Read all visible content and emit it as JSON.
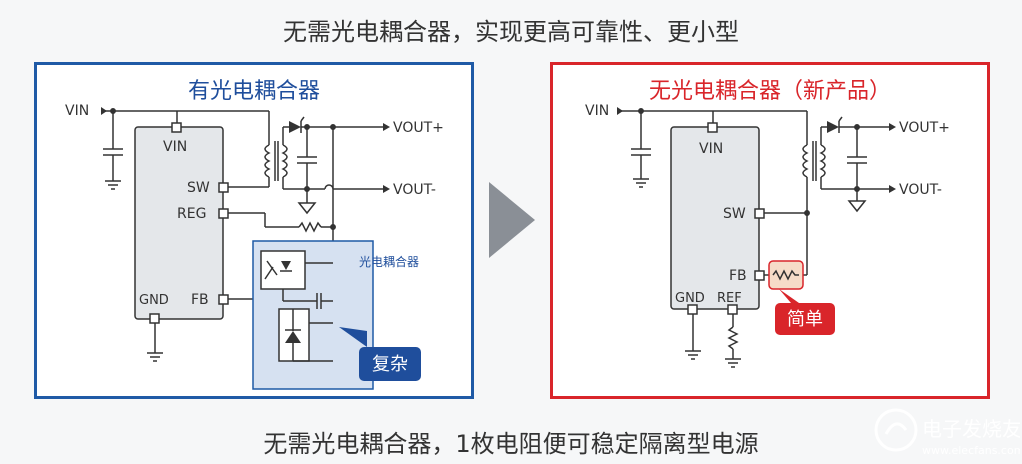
{
  "top_headline": "无需光电耦合器，实现更高可靠性、更小型",
  "bottom_headline": "无需光电耦合器，1枚电阻便可稳定隔离型电源",
  "left_panel": {
    "title": "有光电耦合器",
    "labels": {
      "vin_in": "VIN",
      "chip_vin": "VIN",
      "sw": "SW",
      "reg": "REG",
      "fb": "FB",
      "gnd": "GND",
      "vout_plus": "VOUT+",
      "vout_minus": "VOUT-",
      "optocoupler": "光电耦合器",
      "badge": "复杂"
    },
    "colors": {
      "border": "#1f5aa6",
      "title": "#1f4e9c",
      "badge": "#1f4e9c",
      "highlight_bg": "#d6e1f1"
    }
  },
  "right_panel": {
    "title": "无光电耦合器（新产品）",
    "labels": {
      "vin_in": "VIN",
      "chip_vin": "VIN",
      "sw": "SW",
      "fb": "FB",
      "gnd": "GND",
      "ref": "REF",
      "vout_plus": "VOUT+",
      "vout_minus": "VOUT-",
      "badge": "简单"
    },
    "colors": {
      "border": "#d9252a",
      "title": "#d9252a",
      "badge": "#d9252a",
      "highlight_bg": "#f6dcc8"
    }
  },
  "watermark": {
    "name": "电子发烧友",
    "url": "www.elecfans.com"
  }
}
